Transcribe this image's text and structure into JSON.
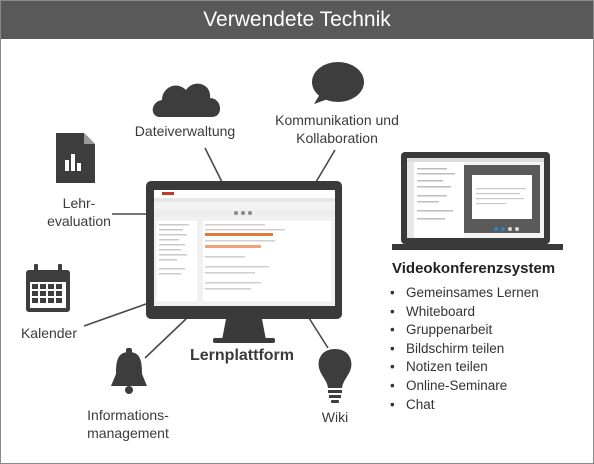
{
  "header": {
    "title": "Verwendete Technik"
  },
  "center": {
    "label": "Lernplattform"
  },
  "nodes": {
    "dateiverwaltung": "Dateiverwaltung",
    "kommunikation": [
      "Kommunikation und",
      "Kollaboration"
    ],
    "lehrevaluation": [
      "Lehr-",
      "evaluation"
    ],
    "kalender": "Kalender",
    "informationsmanagement": [
      "Informations-",
      "management"
    ],
    "wiki": "Wiki"
  },
  "videokonferenz": {
    "title": "Videokonferenzsystem",
    "items": [
      "Gemeinsames Lernen",
      "Whiteboard",
      "Gruppenarbeit",
      "Bildschirm teilen",
      "Notizen teilen",
      "Online-Seminare",
      "Chat"
    ]
  },
  "colors": {
    "header": "#595959",
    "icon": "#3d3d3d",
    "monitor": "#3a3a3a",
    "accent": "#e07a3c"
  }
}
